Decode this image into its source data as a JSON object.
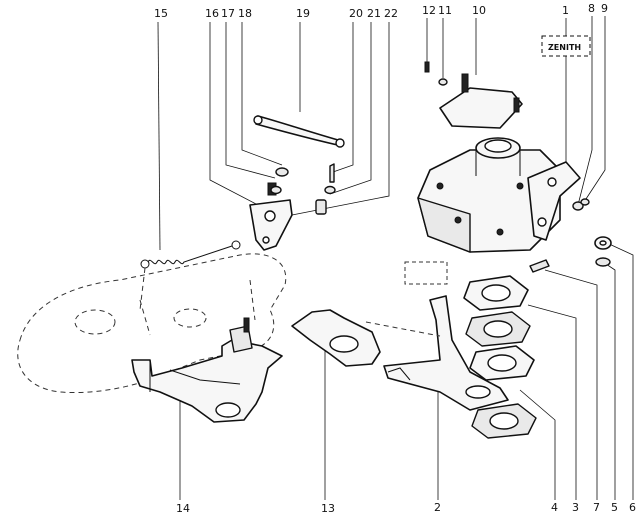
{
  "callouts": [
    {
      "id": "c1",
      "text": "1"
    },
    {
      "id": "c2",
      "text": "2"
    },
    {
      "id": "c3",
      "text": "3"
    },
    {
      "id": "c4",
      "text": "4"
    },
    {
      "id": "c5",
      "text": "5"
    },
    {
      "id": "c6",
      "text": "6"
    },
    {
      "id": "c7",
      "text": "7"
    },
    {
      "id": "c8",
      "text": "8"
    },
    {
      "id": "c9",
      "text": "9"
    },
    {
      "id": "c10",
      "text": "10"
    },
    {
      "id": "c11",
      "text": "11"
    },
    {
      "id": "c12",
      "text": "12"
    },
    {
      "id": "c13",
      "text": "13"
    },
    {
      "id": "c14",
      "text": "14"
    },
    {
      "id": "c15",
      "text": "15"
    },
    {
      "id": "c16",
      "text": "16"
    },
    {
      "id": "c17",
      "text": "17"
    },
    {
      "id": "c18",
      "text": "18"
    },
    {
      "id": "c19",
      "text": "19"
    },
    {
      "id": "c20",
      "text": "20"
    },
    {
      "id": "c21",
      "text": "21"
    },
    {
      "id": "c22",
      "text": "22"
    }
  ],
  "brand_label": "ZENITH"
}
